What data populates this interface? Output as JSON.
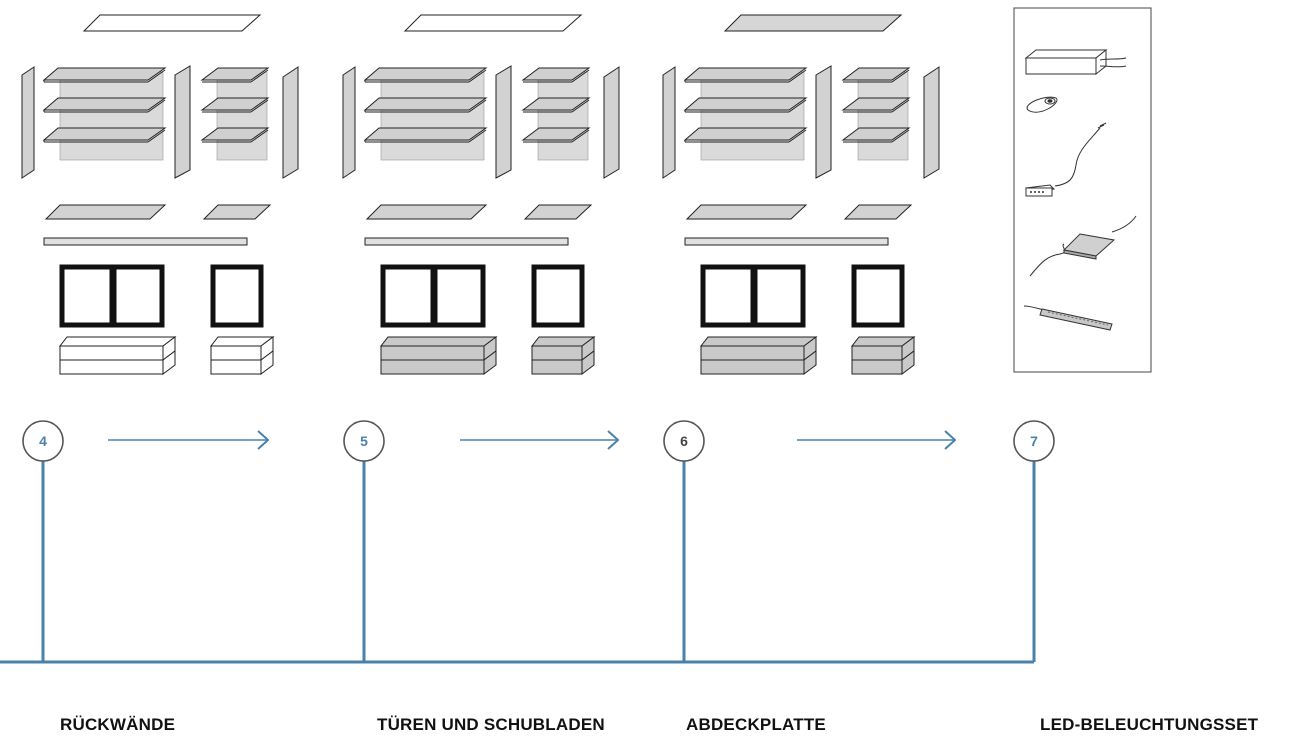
{
  "colors": {
    "accent": "#4a82ab",
    "panel_fill": "#d6d6d6",
    "front_fill": "#c9c9c9",
    "outline": "#222222"
  },
  "steps": [
    {
      "number": "4",
      "label": "RÜCKWÄNDE"
    },
    {
      "number": "5",
      "label": "TÜREN UND SCHUBLADEN"
    },
    {
      "number": "6",
      "label": "ABDECKPLATTE"
    },
    {
      "number": "7",
      "label": "LED-BELEUCHTUNGSSET"
    }
  ],
  "modules": [
    {
      "name": "step-4-exploded-view",
      "top_plate": "white",
      "fronts": "white"
    },
    {
      "name": "step-5-exploded-view",
      "top_plate": "white",
      "fronts": "grey"
    },
    {
      "name": "step-6-exploded-view",
      "top_plate": "grey",
      "fronts": "grey"
    }
  ],
  "led_kit": {
    "icons": [
      "power-supply-icon",
      "remote-control-icon",
      "distributor-cable-icon",
      "led-panel-light-icon",
      "led-strip-icon"
    ]
  }
}
